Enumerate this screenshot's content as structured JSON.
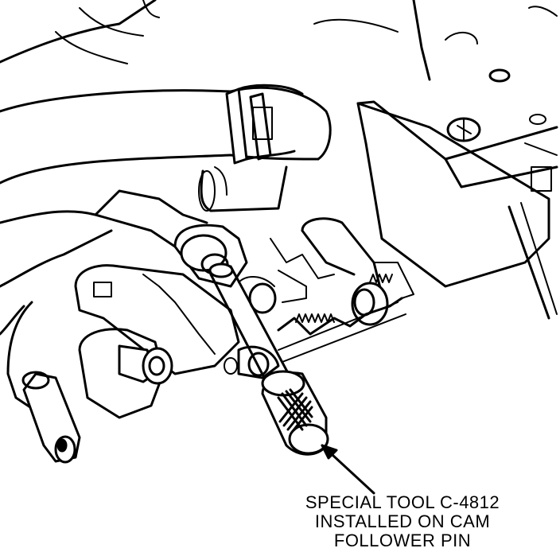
{
  "callout": {
    "lines": [
      "SPECIAL TOOL C-4812",
      "INSTALLED ON CAM",
      "FOLLOWER PIN"
    ]
  }
}
